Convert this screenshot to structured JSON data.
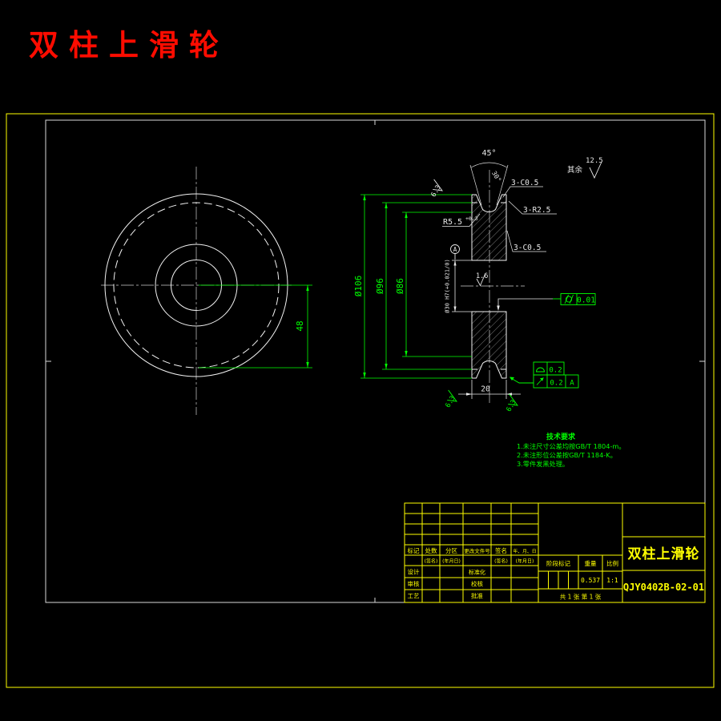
{
  "page": {
    "title": "双柱上滑轮"
  },
  "colors": {
    "line": "#ffffff",
    "dimension": "#00ff00",
    "frame": "#ffff00",
    "page_title": "#ff0c00",
    "background": "#000000"
  },
  "left_view": {
    "dim_radius": "48"
  },
  "section": {
    "dim_d106": "Ø106",
    "dim_d96": "Ø96",
    "dim_d86": "Ø86",
    "dim_bore": "Ø30 H7(+0.021/0)",
    "dim_width": "20",
    "dim_angle": "45°",
    "dim_angle_small": "30°",
    "groove_radius": "R5.5",
    "groove_radius_tol": "+0.3",
    "callout_top": "3-C0.5",
    "callout_mid": "3-R2.5",
    "callout_low": "3-C0.5",
    "datum_label": "A",
    "rough_bore": "1.6",
    "rough_groove": "6.3",
    "rough_left": "6.3",
    "rough_right": "6.3",
    "rough_rest_label": "其余",
    "rough_rest_value": "12.5",
    "fcf_cyl_value": "0.01",
    "fcf_profile_value": "0.2",
    "fcf_runout_value": "0.2",
    "fcf_runout_datum": "A"
  },
  "notes": {
    "title": "技术要求",
    "line1": "1.未注尺寸公差均按GB/T 1804-m。",
    "line2": "2.未注形位公差按GB/T 1184-K。",
    "line3": "3.零件发黑处理。"
  },
  "title_block": {
    "col_mark": "标记",
    "col_count": "处数",
    "col_zone": "分区",
    "col_doc": "更改文件号",
    "col_sig": "签名",
    "col_date": "年、月、日",
    "sub_sig1": "(签名)",
    "sub_date1": "(年月日)",
    "sub_sig2": "(签名)",
    "sub_date2": "(年月日)",
    "row_design": "设计",
    "row_check": "审核",
    "row_process": "工艺",
    "row_std": "标准化",
    "row_proof": "校核",
    "row_approve": "批准",
    "stage_label": "阶段标记",
    "weight_label": "重量",
    "scale_label": "比例",
    "weight_value": "0.537",
    "scale_value": "1:1",
    "sheet_info": "共 1 张  第 1 张",
    "part_name": "双柱上滑轮",
    "drawing_no": "QJY0402B-02-01"
  }
}
